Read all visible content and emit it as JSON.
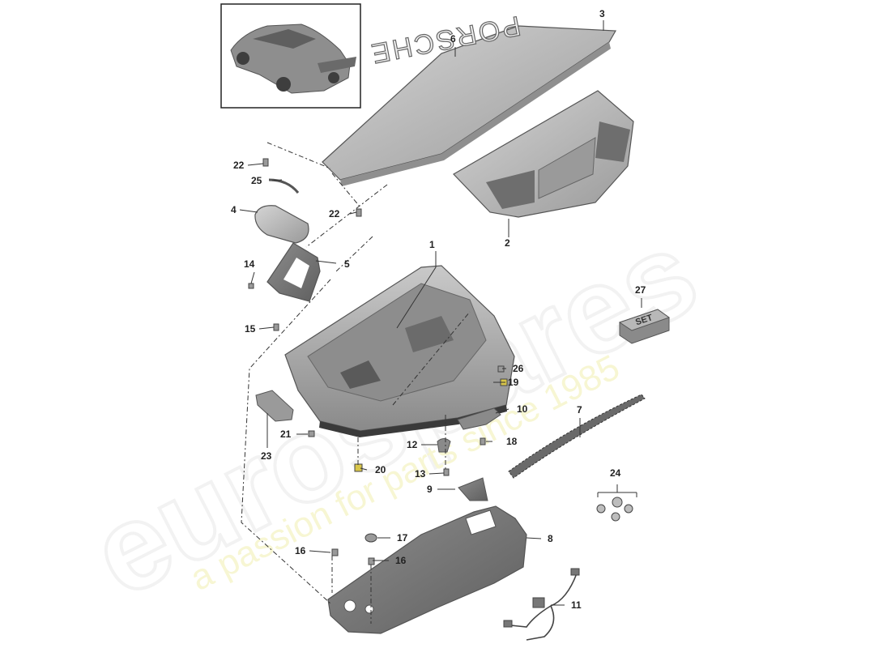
{
  "diagram": {
    "spoiler_lettering": "PORSCHE",
    "set_box_text": "SET",
    "watermark": {
      "brand": "eurospares",
      "tagline": "a passion for parts since 1985"
    },
    "callouts": [
      {
        "id": "c1",
        "text": "1"
      },
      {
        "id": "c2",
        "text": "2"
      },
      {
        "id": "c3",
        "text": "3"
      },
      {
        "id": "c4",
        "text": "4"
      },
      {
        "id": "c5",
        "text": "5"
      },
      {
        "id": "c6",
        "text": "6"
      },
      {
        "id": "c7",
        "text": "7"
      },
      {
        "id": "c8",
        "text": "8"
      },
      {
        "id": "c9",
        "text": "9"
      },
      {
        "id": "c10",
        "text": "10"
      },
      {
        "id": "c11",
        "text": "11"
      },
      {
        "id": "c12",
        "text": "12"
      },
      {
        "id": "c13",
        "text": "13"
      },
      {
        "id": "c14",
        "text": "14"
      },
      {
        "id": "c15",
        "text": "15"
      },
      {
        "id": "c16a",
        "text": "16"
      },
      {
        "id": "c16b",
        "text": "16"
      },
      {
        "id": "c17",
        "text": "17"
      },
      {
        "id": "c18",
        "text": "18"
      },
      {
        "id": "c19",
        "text": "19"
      },
      {
        "id": "c20",
        "text": "20"
      },
      {
        "id": "c21",
        "text": "21"
      },
      {
        "id": "c22a",
        "text": "22"
      },
      {
        "id": "c22b",
        "text": "22"
      },
      {
        "id": "c23",
        "text": "23"
      },
      {
        "id": "c24",
        "text": "24"
      },
      {
        "id": "c25",
        "text": "25"
      },
      {
        "id": "c26",
        "text": "26"
      },
      {
        "id": "c27",
        "text": "27"
      }
    ]
  }
}
